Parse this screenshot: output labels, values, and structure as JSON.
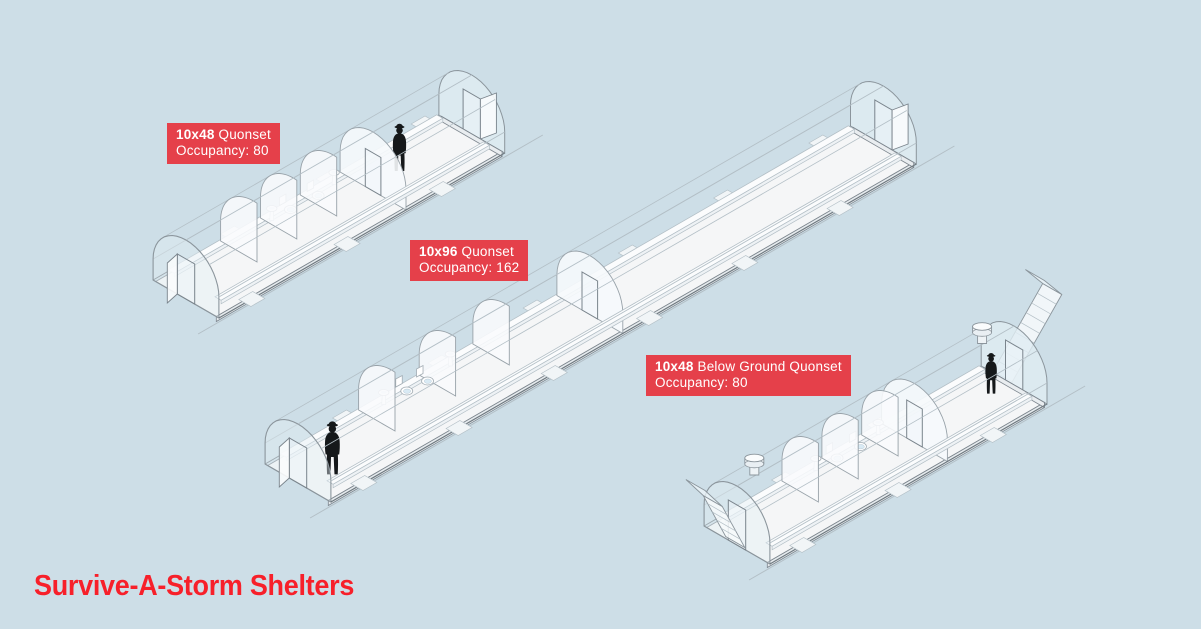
{
  "branding": {
    "title": "Survive-A-Storm Shelters"
  },
  "colors": {
    "background": "#cddee7",
    "label_bg": "#e5404a",
    "label_text": "#ffffff",
    "title": "#f7202a",
    "line": "#8b959c",
    "line_light": "#b3bfc6",
    "line_dark": "#6f7980",
    "floor": "#f5f6f7",
    "figure": "#15181a"
  },
  "shelters": [
    {
      "id": "quonset-10x48",
      "size": "10x48",
      "type_label": "Quonset",
      "occupancy_text": "Occupancy: 80"
    },
    {
      "id": "quonset-10x96",
      "size": "10x96",
      "type_label": "Quonset",
      "occupancy_text": "Occupancy: 162"
    },
    {
      "id": "quonset-10x48-below-ground",
      "size": "10x48",
      "type_label": "Below Ground Quonset",
      "occupancy_text": "Occupancy: 80"
    }
  ]
}
